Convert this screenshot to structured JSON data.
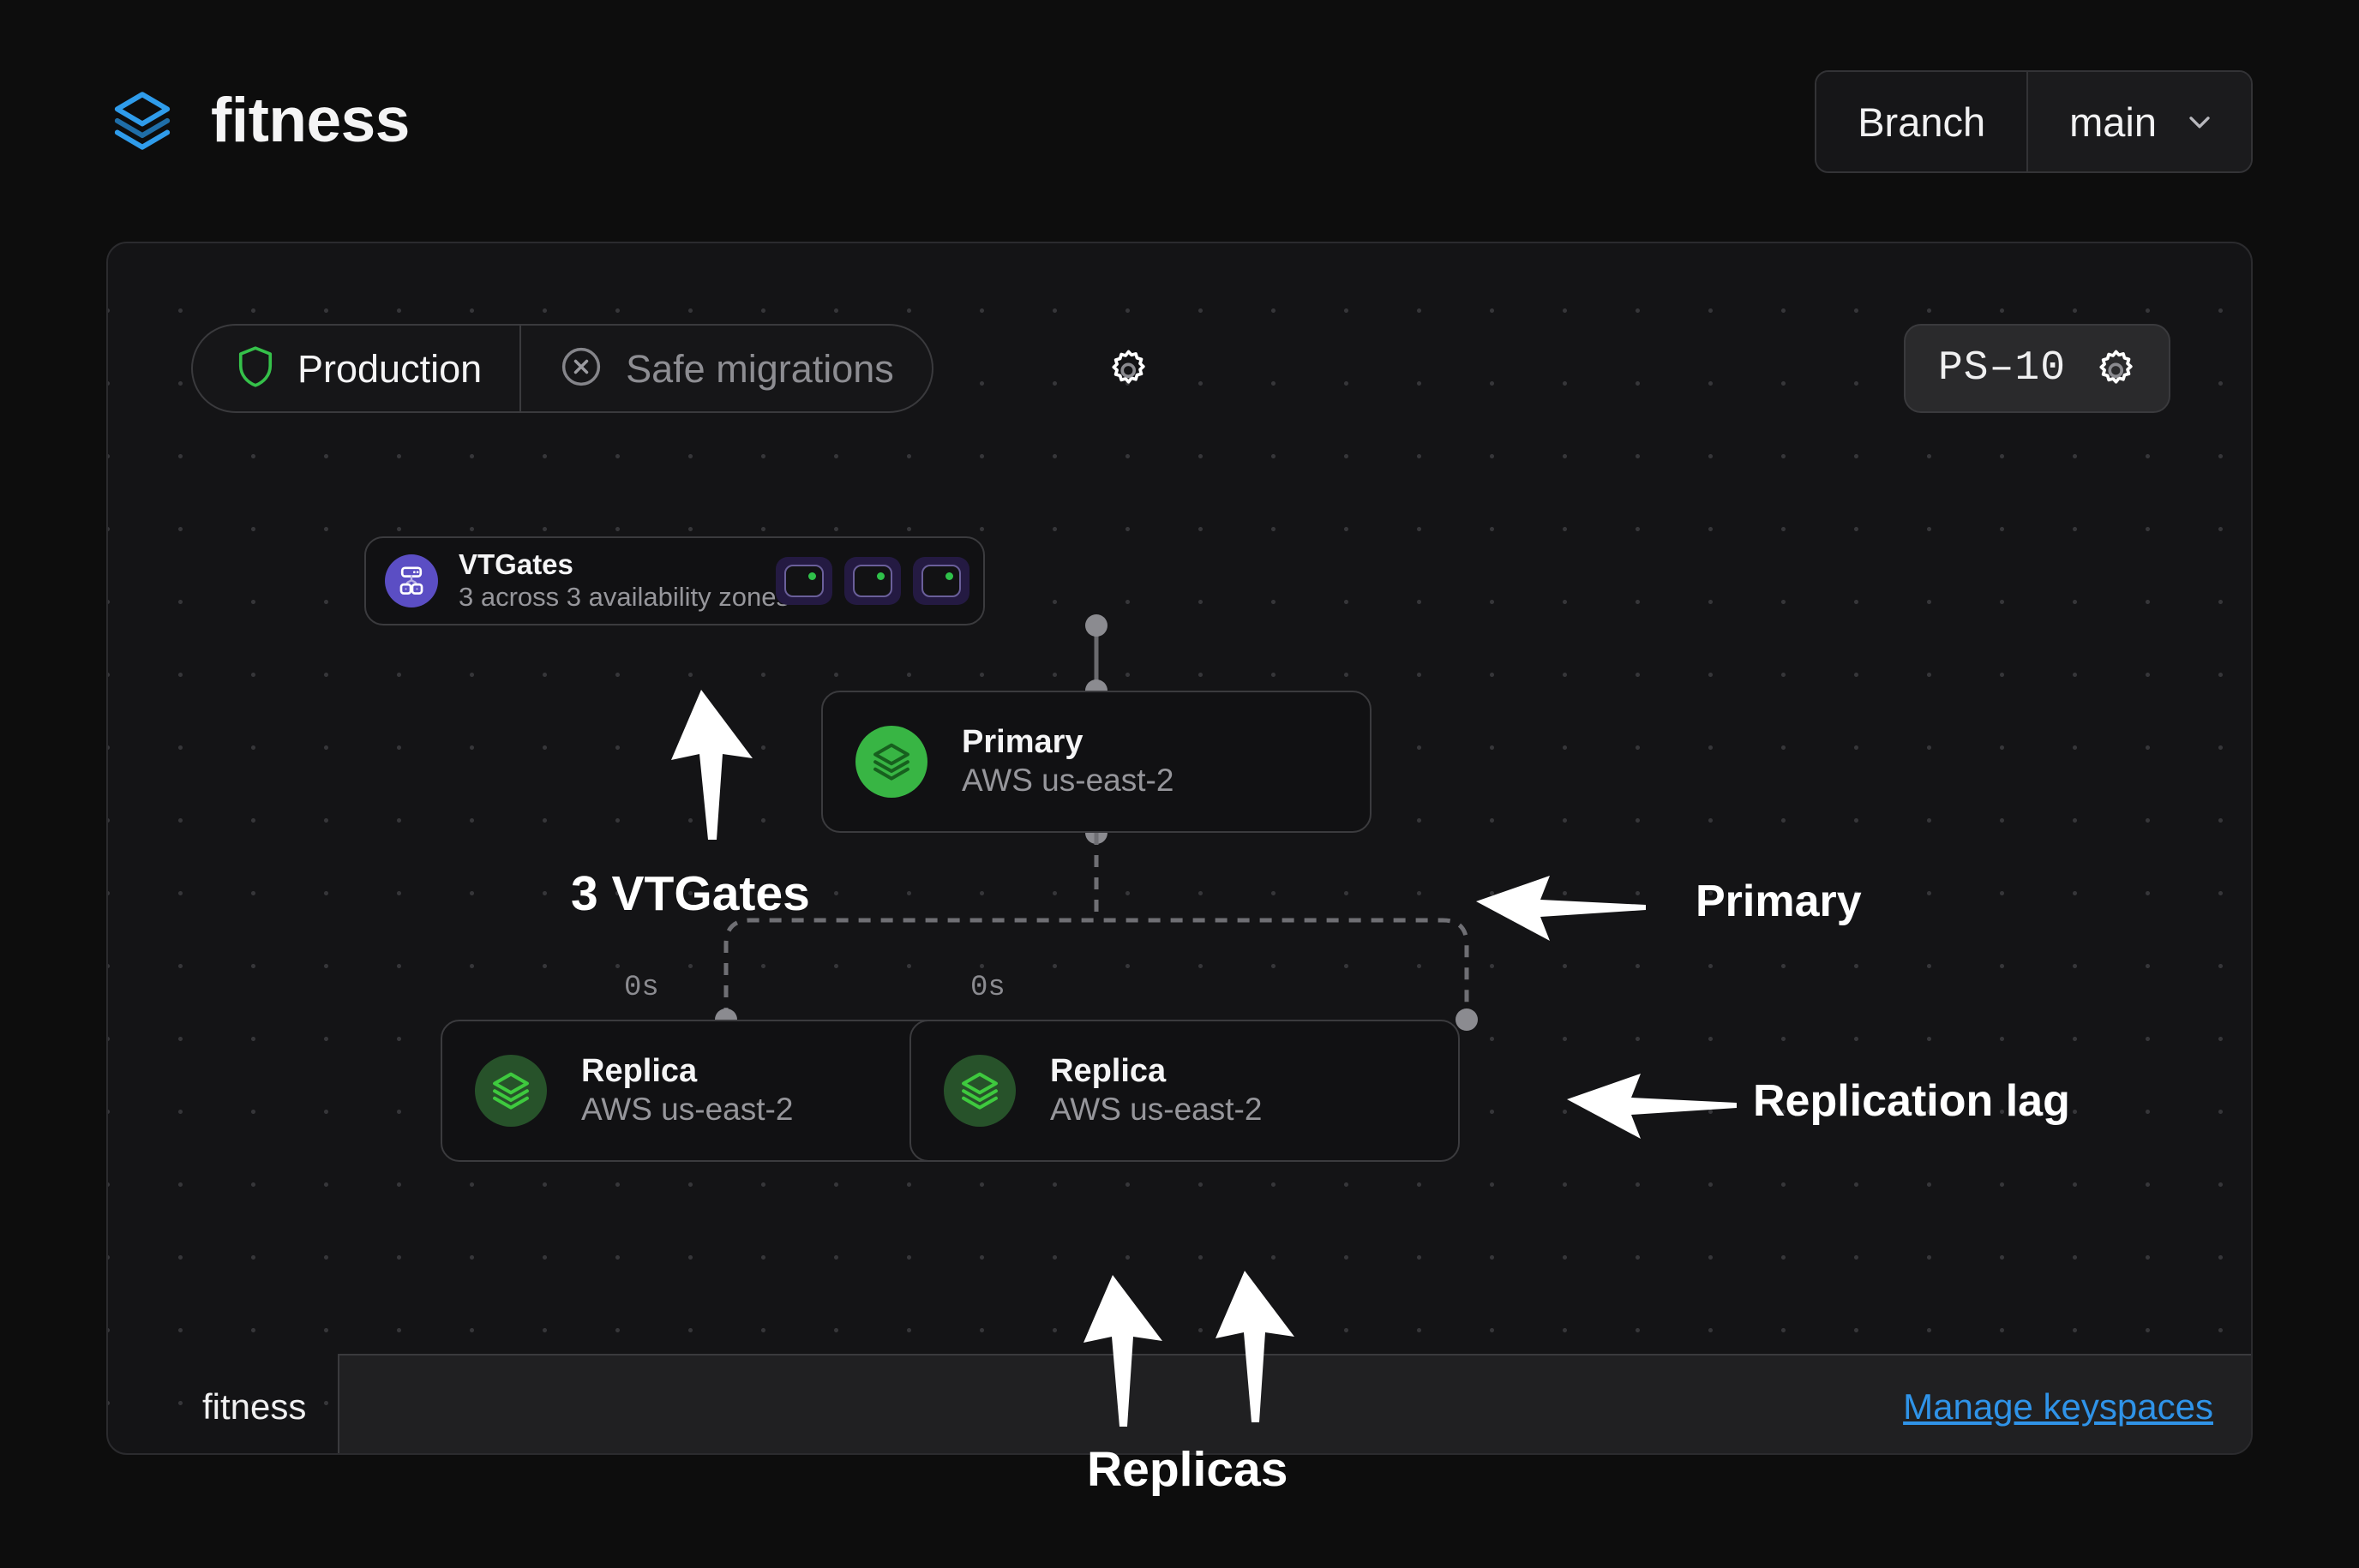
{
  "header": {
    "brand_name": "fitness",
    "logo_icon": "stacked-layers-icon",
    "branch": {
      "label": "Branch",
      "value": "main",
      "chevron_icon": "chevron-down-icon"
    }
  },
  "toolbar": {
    "segments": [
      {
        "label": "Production",
        "icon": "shield-icon",
        "active": true
      },
      {
        "label": "Safe migrations",
        "icon": "circle-x-icon",
        "active": false
      }
    ],
    "settings_icon": "gear-icon",
    "plan_badge": {
      "label": "PS–10",
      "icon": "gear-icon"
    }
  },
  "topology": {
    "vtgates": {
      "icon": "network-topology-icon",
      "title": "VTGates",
      "subtitle": "3 across 3 availability zones",
      "instances": [
        {
          "status_icon": "status-dot-green"
        },
        {
          "status_icon": "status-dot-green"
        },
        {
          "status_icon": "status-dot-green"
        }
      ]
    },
    "primary": {
      "icon": "stacked-layers-icon",
      "title": "Primary",
      "subtitle": "AWS us-east-2"
    },
    "replicas": [
      {
        "icon": "stacked-layers-icon",
        "title": "Replica",
        "subtitle": "AWS us-east-2",
        "lag": "0s"
      },
      {
        "icon": "stacked-layers-icon",
        "title": "Replica",
        "subtitle": "AWS us-east-2",
        "lag": "0s"
      }
    ]
  },
  "footer": {
    "keyspace": "fitness",
    "manage_link": "Manage keyspaces"
  },
  "annotations": [
    {
      "text": "3 VTGates",
      "arrow": "arrow-up"
    },
    {
      "text": "Primary",
      "arrow": "arrow-left"
    },
    {
      "text": "Replication lag",
      "arrow": "arrow-left"
    },
    {
      "text": "Replicas",
      "arrow": "arrow-up"
    }
  ],
  "colors": {
    "page_bg": "#0d0d0d",
    "panel_bg": "#141416",
    "brand_blue": "#2f93e8",
    "primary_green": "#38b544",
    "replica_green": "#27522a",
    "vtgate_purple": "#5b4ec4",
    "status_green": "#2fc14a",
    "link_blue": "#2f93e8",
    "annotation_white": "#ffffff"
  }
}
